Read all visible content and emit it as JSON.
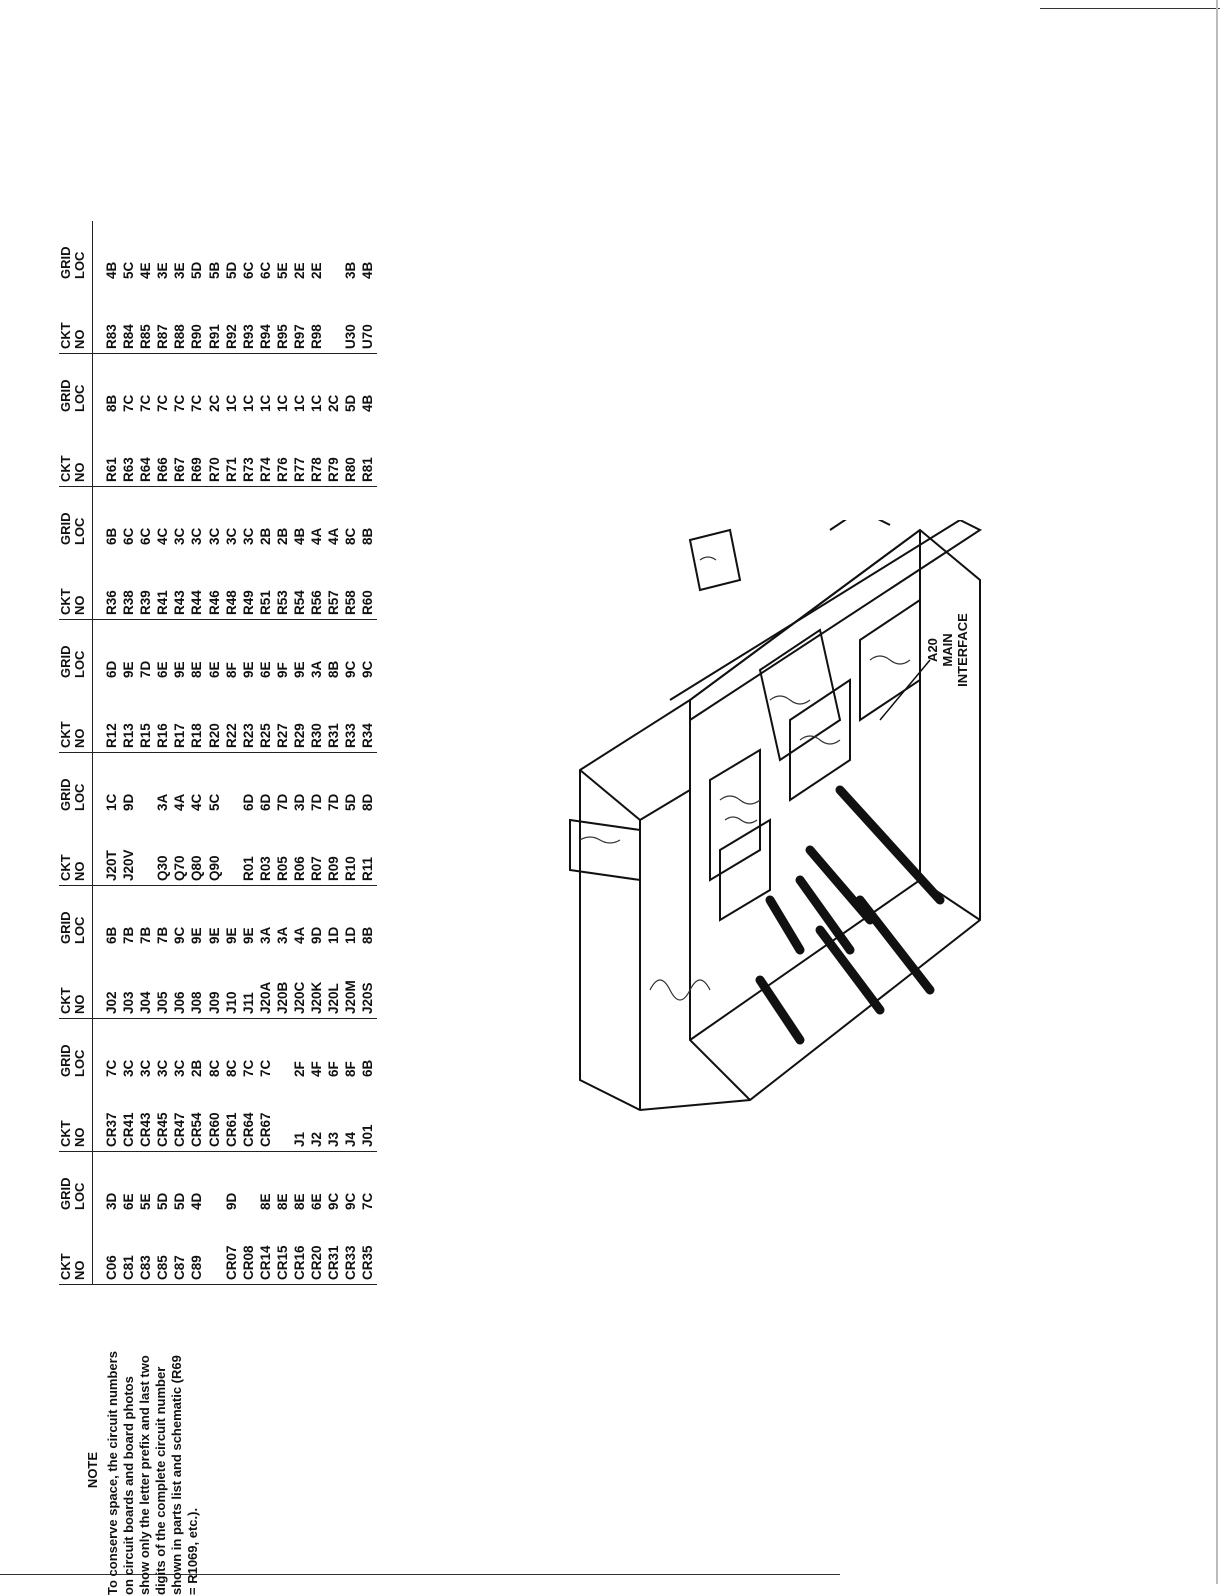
{
  "table": {
    "header_ckt": [
      "CKT",
      "NO"
    ],
    "header_loc": [
      "GRID",
      "LOC"
    ],
    "columns": [
      {
        "ckt": [
          "C06",
          "C81",
          "C83",
          "C85",
          "C87",
          "C89",
          "",
          "CR07",
          "CR08",
          "CR14",
          "CR15",
          "CR16",
          "CR20",
          "CR31",
          "CR33",
          "CR35"
        ],
        "loc": [
          "3D",
          "6E",
          "5E",
          "5D",
          "5D",
          "4D",
          "",
          "9D",
          "",
          "8E",
          "8E",
          "8E",
          "6E",
          "9C",
          "9C",
          "7C"
        ]
      },
      {
        "ckt": [
          "CR37",
          "CR41",
          "CR43",
          "CR45",
          "CR47",
          "CR54",
          "CR60",
          "CR61",
          "CR64",
          "CR67",
          "",
          "J1",
          "J2",
          "J3",
          "J4",
          "J01"
        ],
        "loc": [
          "7C",
          "3C",
          "3C",
          "3C",
          "3C",
          "2B",
          "8C",
          "8C",
          "7C",
          "7C",
          "",
          "2F",
          "4F",
          "6F",
          "8F",
          "6B"
        ]
      },
      {
        "ckt": [
          "J02",
          "J03",
          "J04",
          "J05",
          "J06",
          "J08",
          "J09",
          "J10",
          "J11",
          "J20A",
          "J20B",
          "J20C",
          "J20K",
          "J20L",
          "J20M",
          "J20S"
        ],
        "loc": [
          "6B",
          "7B",
          "7B",
          "7B",
          "9C",
          "9E",
          "9E",
          "9E",
          "9E",
          "3A",
          "3A",
          "4A",
          "9D",
          "1D",
          "1D",
          "8B"
        ]
      },
      {
        "ckt": [
          "J20T",
          "J20V",
          "",
          "Q30",
          "Q70",
          "Q80",
          "Q90",
          "",
          "R01",
          "R03",
          "R05",
          "R06",
          "R07",
          "R09",
          "R10",
          "R11"
        ],
        "loc": [
          "1C",
          "9D",
          "",
          "3A",
          "4A",
          "4C",
          "5C",
          "",
          "6D",
          "6D",
          "7D",
          "3D",
          "7D",
          "7D",
          "5D",
          "8D"
        ]
      },
      {
        "ckt": [
          "R12",
          "R13",
          "R15",
          "R16",
          "R17",
          "R18",
          "R20",
          "R22",
          "R23",
          "R25",
          "R27",
          "R29",
          "R30",
          "R31",
          "R33",
          "R34"
        ],
        "loc": [
          "6D",
          "9E",
          "7D",
          "6E",
          "9E",
          "8E",
          "6E",
          "8F",
          "9E",
          "6E",
          "9F",
          "9E",
          "3A",
          "8B",
          "9C",
          "9C"
        ]
      },
      {
        "ckt": [
          "R36",
          "R38",
          "R39",
          "R41",
          "R43",
          "R44",
          "R46",
          "R48",
          "R49",
          "R51",
          "R53",
          "R54",
          "R56",
          "R57",
          "R58",
          "R60"
        ],
        "loc": [
          "6B",
          "6C",
          "6C",
          "4C",
          "3C",
          "3C",
          "3C",
          "3C",
          "3C",
          "2B",
          "2B",
          "4B",
          "4A",
          "4A",
          "8C",
          "8B"
        ]
      },
      {
        "ckt": [
          "R61",
          "R63",
          "R64",
          "R66",
          "R67",
          "R69",
          "R70",
          "R71",
          "R73",
          "R74",
          "R76",
          "R77",
          "R78",
          "R79",
          "R80",
          "R81"
        ],
        "loc": [
          "8B",
          "7C",
          "7C",
          "7C",
          "7C",
          "7C",
          "2C",
          "1C",
          "1C",
          "1C",
          "1C",
          "1C",
          "1C",
          "2C",
          "5D",
          "4B"
        ]
      },
      {
        "ckt": [
          "R83",
          "R84",
          "R85",
          "R87",
          "R88",
          "R90",
          "R91",
          "R92",
          "R93",
          "R94",
          "R95",
          "R97",
          "R98",
          "",
          "U30",
          "U70"
        ],
        "loc": [
          "4B",
          "5C",
          "4E",
          "3E",
          "3E",
          "5D",
          "5B",
          "5D",
          "6C",
          "6C",
          "5E",
          "2E",
          "2E",
          "",
          "3B",
          "4B"
        ]
      }
    ]
  },
  "note": {
    "title": "NOTE",
    "body": "To conserve space, the circuit numbers on circuit boards and board photos show only the letter prefix and last two digits of the complete circuit number shown in parts list and schematic (R69 = R1069, etc.)."
  },
  "callout": {
    "line1": "A20",
    "line2": "MAIN",
    "line3": "INTERFACE"
  }
}
